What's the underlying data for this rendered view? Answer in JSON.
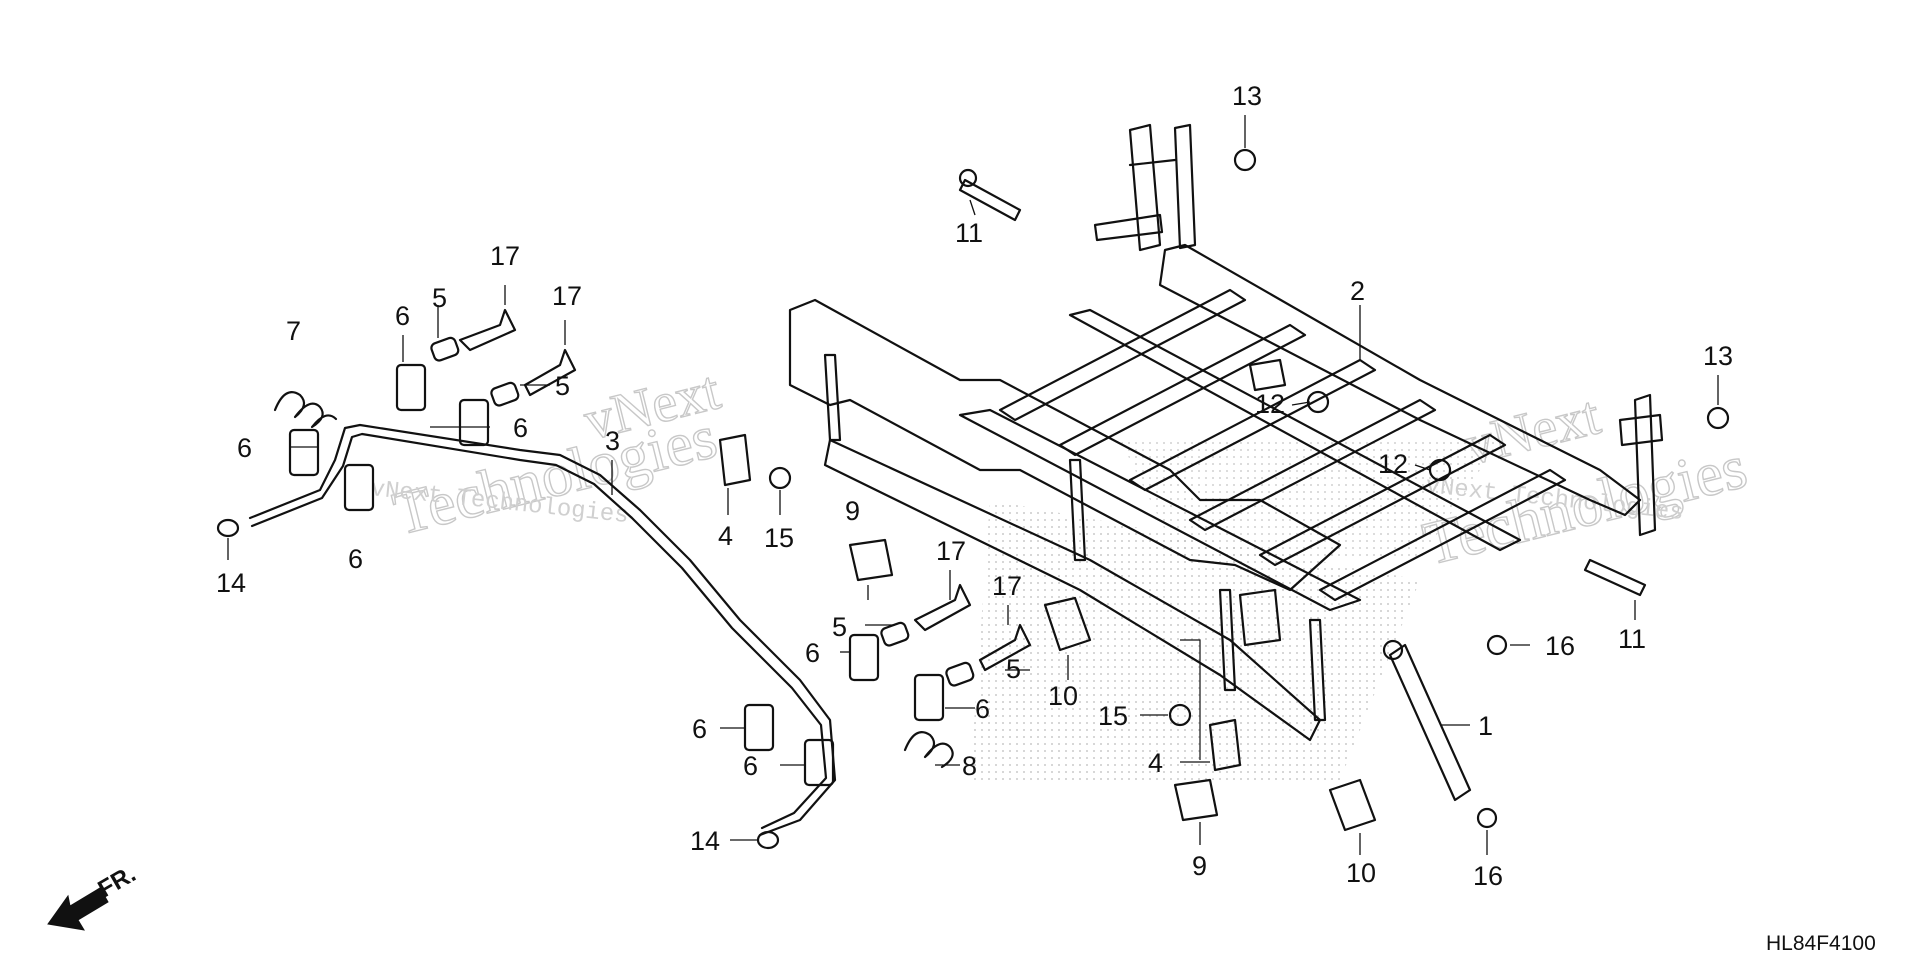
{
  "diagram": {
    "diagram_code": "HL84F4100",
    "front_marker": "FR.",
    "watermark_lines": [
      "vNext",
      "Technologies",
      "vNext Technologies"
    ],
    "callouts": [
      "13",
      "11",
      "2",
      "13",
      "12",
      "12",
      "11",
      "16",
      "1",
      "16",
      "17",
      "17",
      "7",
      "6",
      "5",
      "5",
      "6",
      "6",
      "6",
      "3",
      "14",
      "4",
      "15",
      "9",
      "17",
      "17",
      "5",
      "6",
      "5",
      "6",
      "6",
      "6",
      "8",
      "14",
      "10",
      "15",
      "4",
      "9",
      "10"
    ]
  }
}
